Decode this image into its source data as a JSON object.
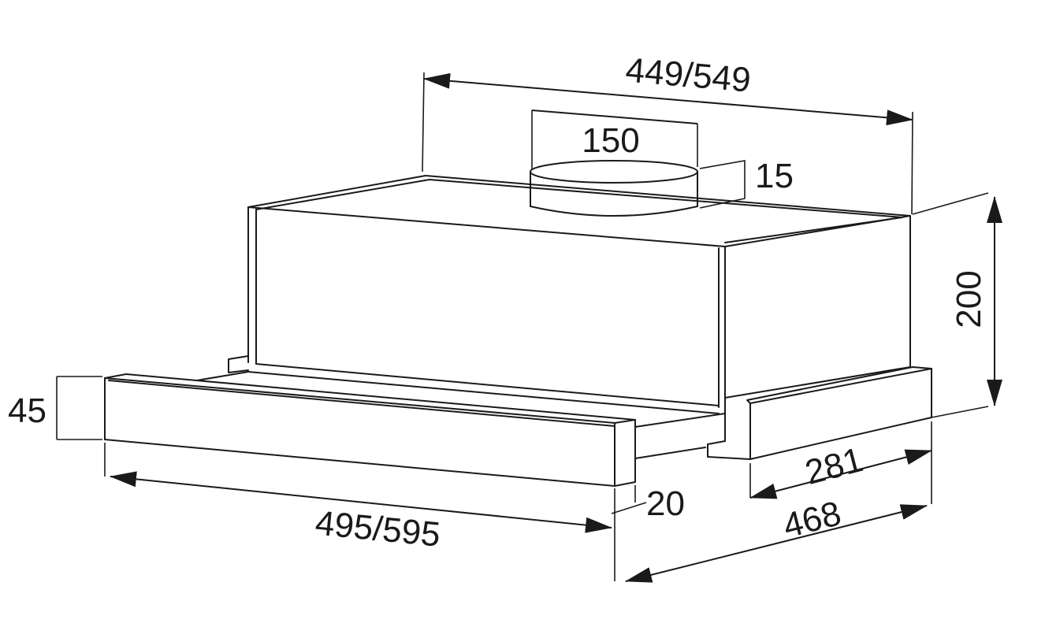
{
  "dimensions": {
    "top_width": "449/549",
    "duct_diameter": "150",
    "duct_height": "15",
    "body_height": "200",
    "front_height": "45",
    "front_width": "495/595",
    "front_thickness": "20",
    "side_depth_short": "281",
    "side_depth_total": "468"
  },
  "colors": {
    "line": "#1a1a1a",
    "background": "#ffffff"
  }
}
